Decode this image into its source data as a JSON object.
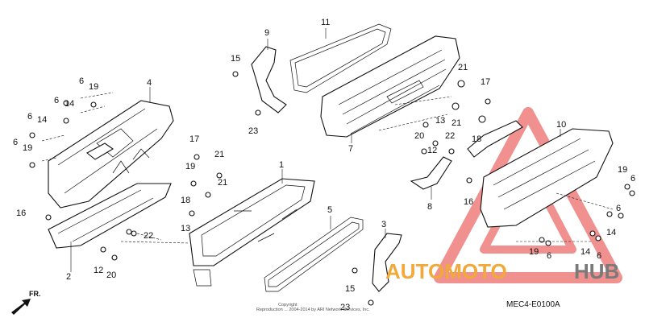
{
  "diagram": {
    "callouts": [
      "1",
      "2",
      "3",
      "4",
      "5",
      "6",
      "7",
      "8",
      "9",
      "10",
      "11",
      "12",
      "13",
      "14",
      "15",
      "16",
      "17",
      "18",
      "19",
      "20",
      "21",
      "22",
      "23"
    ],
    "code": "MEC4-E0100A",
    "copyright": "Copyright\nReproduction ... 2004-2014 by ARI Network Services, Inc.",
    "front_marker": "FR."
  },
  "watermark": {
    "text_auto": "AUTOMOTO",
    "text_hub": "HUB",
    "color_red": "#e53935",
    "color_orange": "#f2a93b",
    "color_gray": "#7a7a7a"
  }
}
